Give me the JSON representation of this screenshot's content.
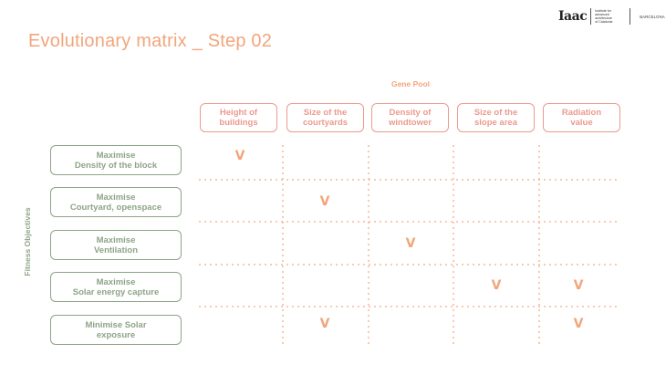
{
  "title": "Evolutionary matrix _ Step 02",
  "logo": {
    "mark": "Iaac",
    "tagline_lines": [
      "Institute for",
      "advanced",
      "architecture",
      "of Catalonia"
    ],
    "city": "BARCELONA"
  },
  "gene_pool_label": "Gene Pool",
  "fitness_label": "Fitness Objectives",
  "genes": [
    {
      "line1": "Height of",
      "line2": "buildings"
    },
    {
      "line1": "Size of the",
      "line2": "courtyards"
    },
    {
      "line1": "Density of",
      "line2": "windtower"
    },
    {
      "line1": "Size of the",
      "line2": "slope area"
    },
    {
      "line1": "Radiation",
      "line2": "value"
    }
  ],
  "objectives": [
    {
      "line1": "Maximise",
      "line2": "Density of the block"
    },
    {
      "line1": "Maximise",
      "line2": "Courtyard, openspace"
    },
    {
      "line1": "Maximise",
      "line2": "Ventilation"
    },
    {
      "line1": "Maximise",
      "line2": "Solar energy capture"
    },
    {
      "line1": "Minimise Solar",
      "line2": "exposure"
    }
  ],
  "check_symbol": "V",
  "matrix": [
    [
      true,
      false,
      false,
      false,
      false
    ],
    [
      false,
      true,
      false,
      false,
      false
    ],
    [
      false,
      false,
      true,
      false,
      false
    ],
    [
      false,
      false,
      false,
      true,
      true
    ],
    [
      false,
      true,
      false,
      false,
      true
    ]
  ],
  "colors": {
    "accent": "#f2a57c",
    "gene_border": "#ec9a8e",
    "objective": "#8da487"
  }
}
